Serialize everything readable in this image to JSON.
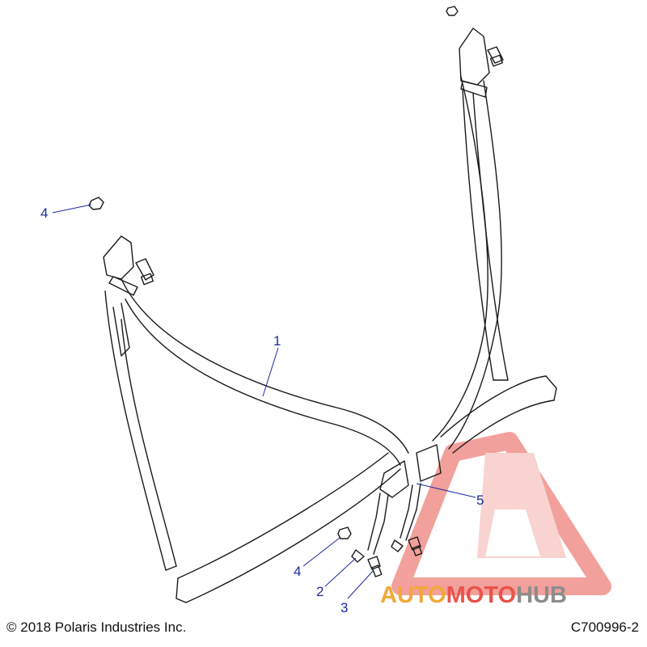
{
  "callouts": [
    {
      "label": "1"
    },
    {
      "label": "2"
    },
    {
      "label": "3"
    },
    {
      "label": "4"
    },
    {
      "label": "4"
    },
    {
      "label": "5"
    }
  ],
  "footer": {
    "copyright": "© 2018 Polaris Industries Inc.",
    "figure_id": "C700996-2"
  },
  "watermark": {
    "part1": "AUTO",
    "part2": "MOTO",
    "part3": "HUB",
    "color_primary": "#f0a93a",
    "color_secondary": "#e9534a",
    "color_dark": "#8c8c8c"
  },
  "colors": {
    "callout": "#1b2a9c",
    "line": "#1a1a1a"
  }
}
